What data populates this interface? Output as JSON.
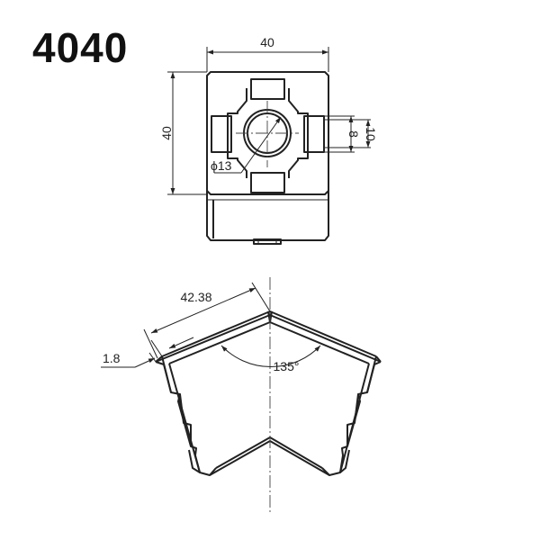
{
  "title": "4040",
  "dimensions": {
    "top_width": "40",
    "side_height": "40",
    "slot_inner": "8",
    "slot_outer": "10",
    "bore": "ϕ13",
    "leg_length": "42.38",
    "wall": "1.8",
    "angle": "135°"
  },
  "colors": {
    "line": "#222222",
    "background": "#ffffff"
  }
}
